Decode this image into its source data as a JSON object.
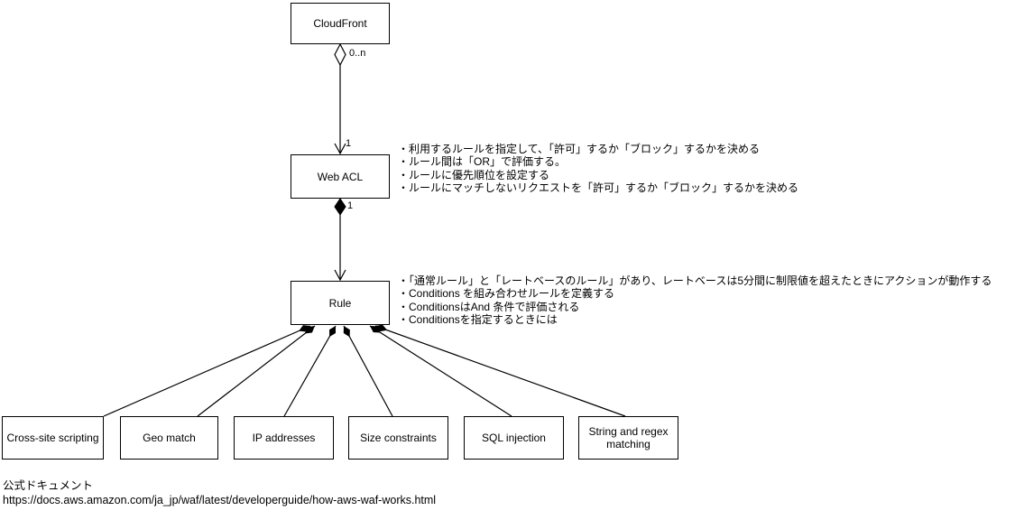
{
  "canvas": {
    "background_color": "#ffffff",
    "line_color": "#000000"
  },
  "nodes": {
    "cloudfront": {
      "label": "CloudFront"
    },
    "web_acl": {
      "label": "Web ACL"
    },
    "rule": {
      "label": "Rule"
    },
    "conditions": [
      {
        "label": "Cross-site scripting"
      },
      {
        "label": "Geo match"
      },
      {
        "label": "IP addresses"
      },
      {
        "label": "Size constraints"
      },
      {
        "label": "SQL injection"
      },
      {
        "label": "String and regex matching"
      }
    ]
  },
  "edges": {
    "cloudfront_to_webacl": {
      "source_decoration": "open-diamond-icon",
      "target_decoration": "open-arrow-icon",
      "source_multiplicity": "0..n",
      "target_multiplicity": "1"
    },
    "webacl_to_rule": {
      "source_decoration": "filled-diamond-icon",
      "target_decoration": "open-arrow-icon",
      "source_multiplicity": "1"
    },
    "rule_to_conditions": {
      "source_decoration": "filled-diamond-icon"
    }
  },
  "notes": {
    "web_acl": [
      "・利用するルールを指定して、「許可」するか「ブロック」するかを決める",
      "・ルール間は「OR」で評価する。",
      "・ルールに優先順位を設定する",
      "・ルールにマッチしないリクエストを「許可」するか「ブロック」するかを決める"
    ],
    "rule": [
      "・「通常ルール」と「レートベースのルール」があり、レートベースは5分間に制限値を超えたときにアクションが動作する",
      "・Conditions を組み合わせルールを定義する",
      "・ConditionsはAnd 条件で評価される",
      "・Conditionsを指定するときには"
    ]
  },
  "footer": {
    "label": "公式ドキュメント",
    "url": "https://docs.aws.amazon.com/ja_jp/waf/latest/developerguide/how-aws-waf-works.html"
  }
}
